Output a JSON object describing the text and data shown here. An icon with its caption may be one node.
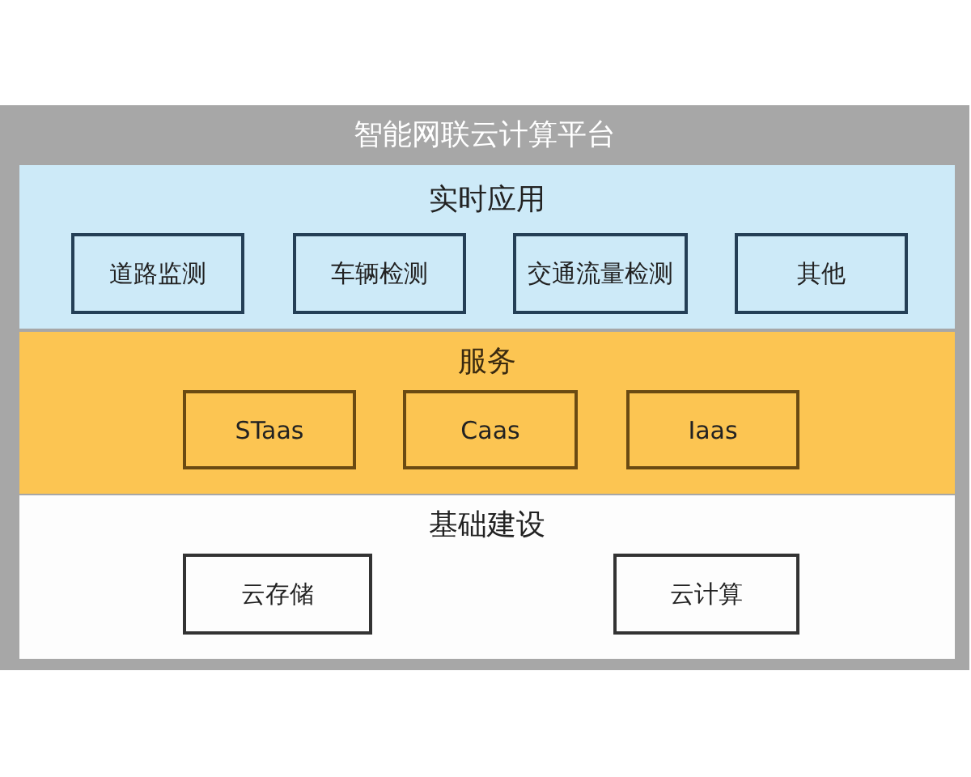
{
  "diagram": {
    "nodes": [
      {
        "text": [
          "智能网联云计算平台"
        ]
      },
      {
        "text": [
          "实时应用"
        ],
        "in": 0
      },
      {
        "text": [
          "道路监测"
        ],
        "in": 1
      },
      {
        "text": [
          "车辆检测"
        ],
        "in": 1
      },
      {
        "text": [
          "交通流量检测"
        ],
        "in": 1
      },
      {
        "text": [
          "其他"
        ],
        "in": 1
      },
      {
        "text": [
          "服务"
        ],
        "in": 0
      },
      {
        "text": [
          "STaas"
        ],
        "in": 6
      },
      {
        "text": [
          "Caas"
        ],
        "in": 6
      },
      {
        "text": [
          "Iaas"
        ],
        "in": 6
      },
      {
        "text": [
          "基础建设"
        ],
        "in": 0
      },
      {
        "text": [
          "云存储"
        ],
        "in": 10
      },
      {
        "text": [
          "云计算"
        ],
        "in": 10
      }
    ]
  }
}
